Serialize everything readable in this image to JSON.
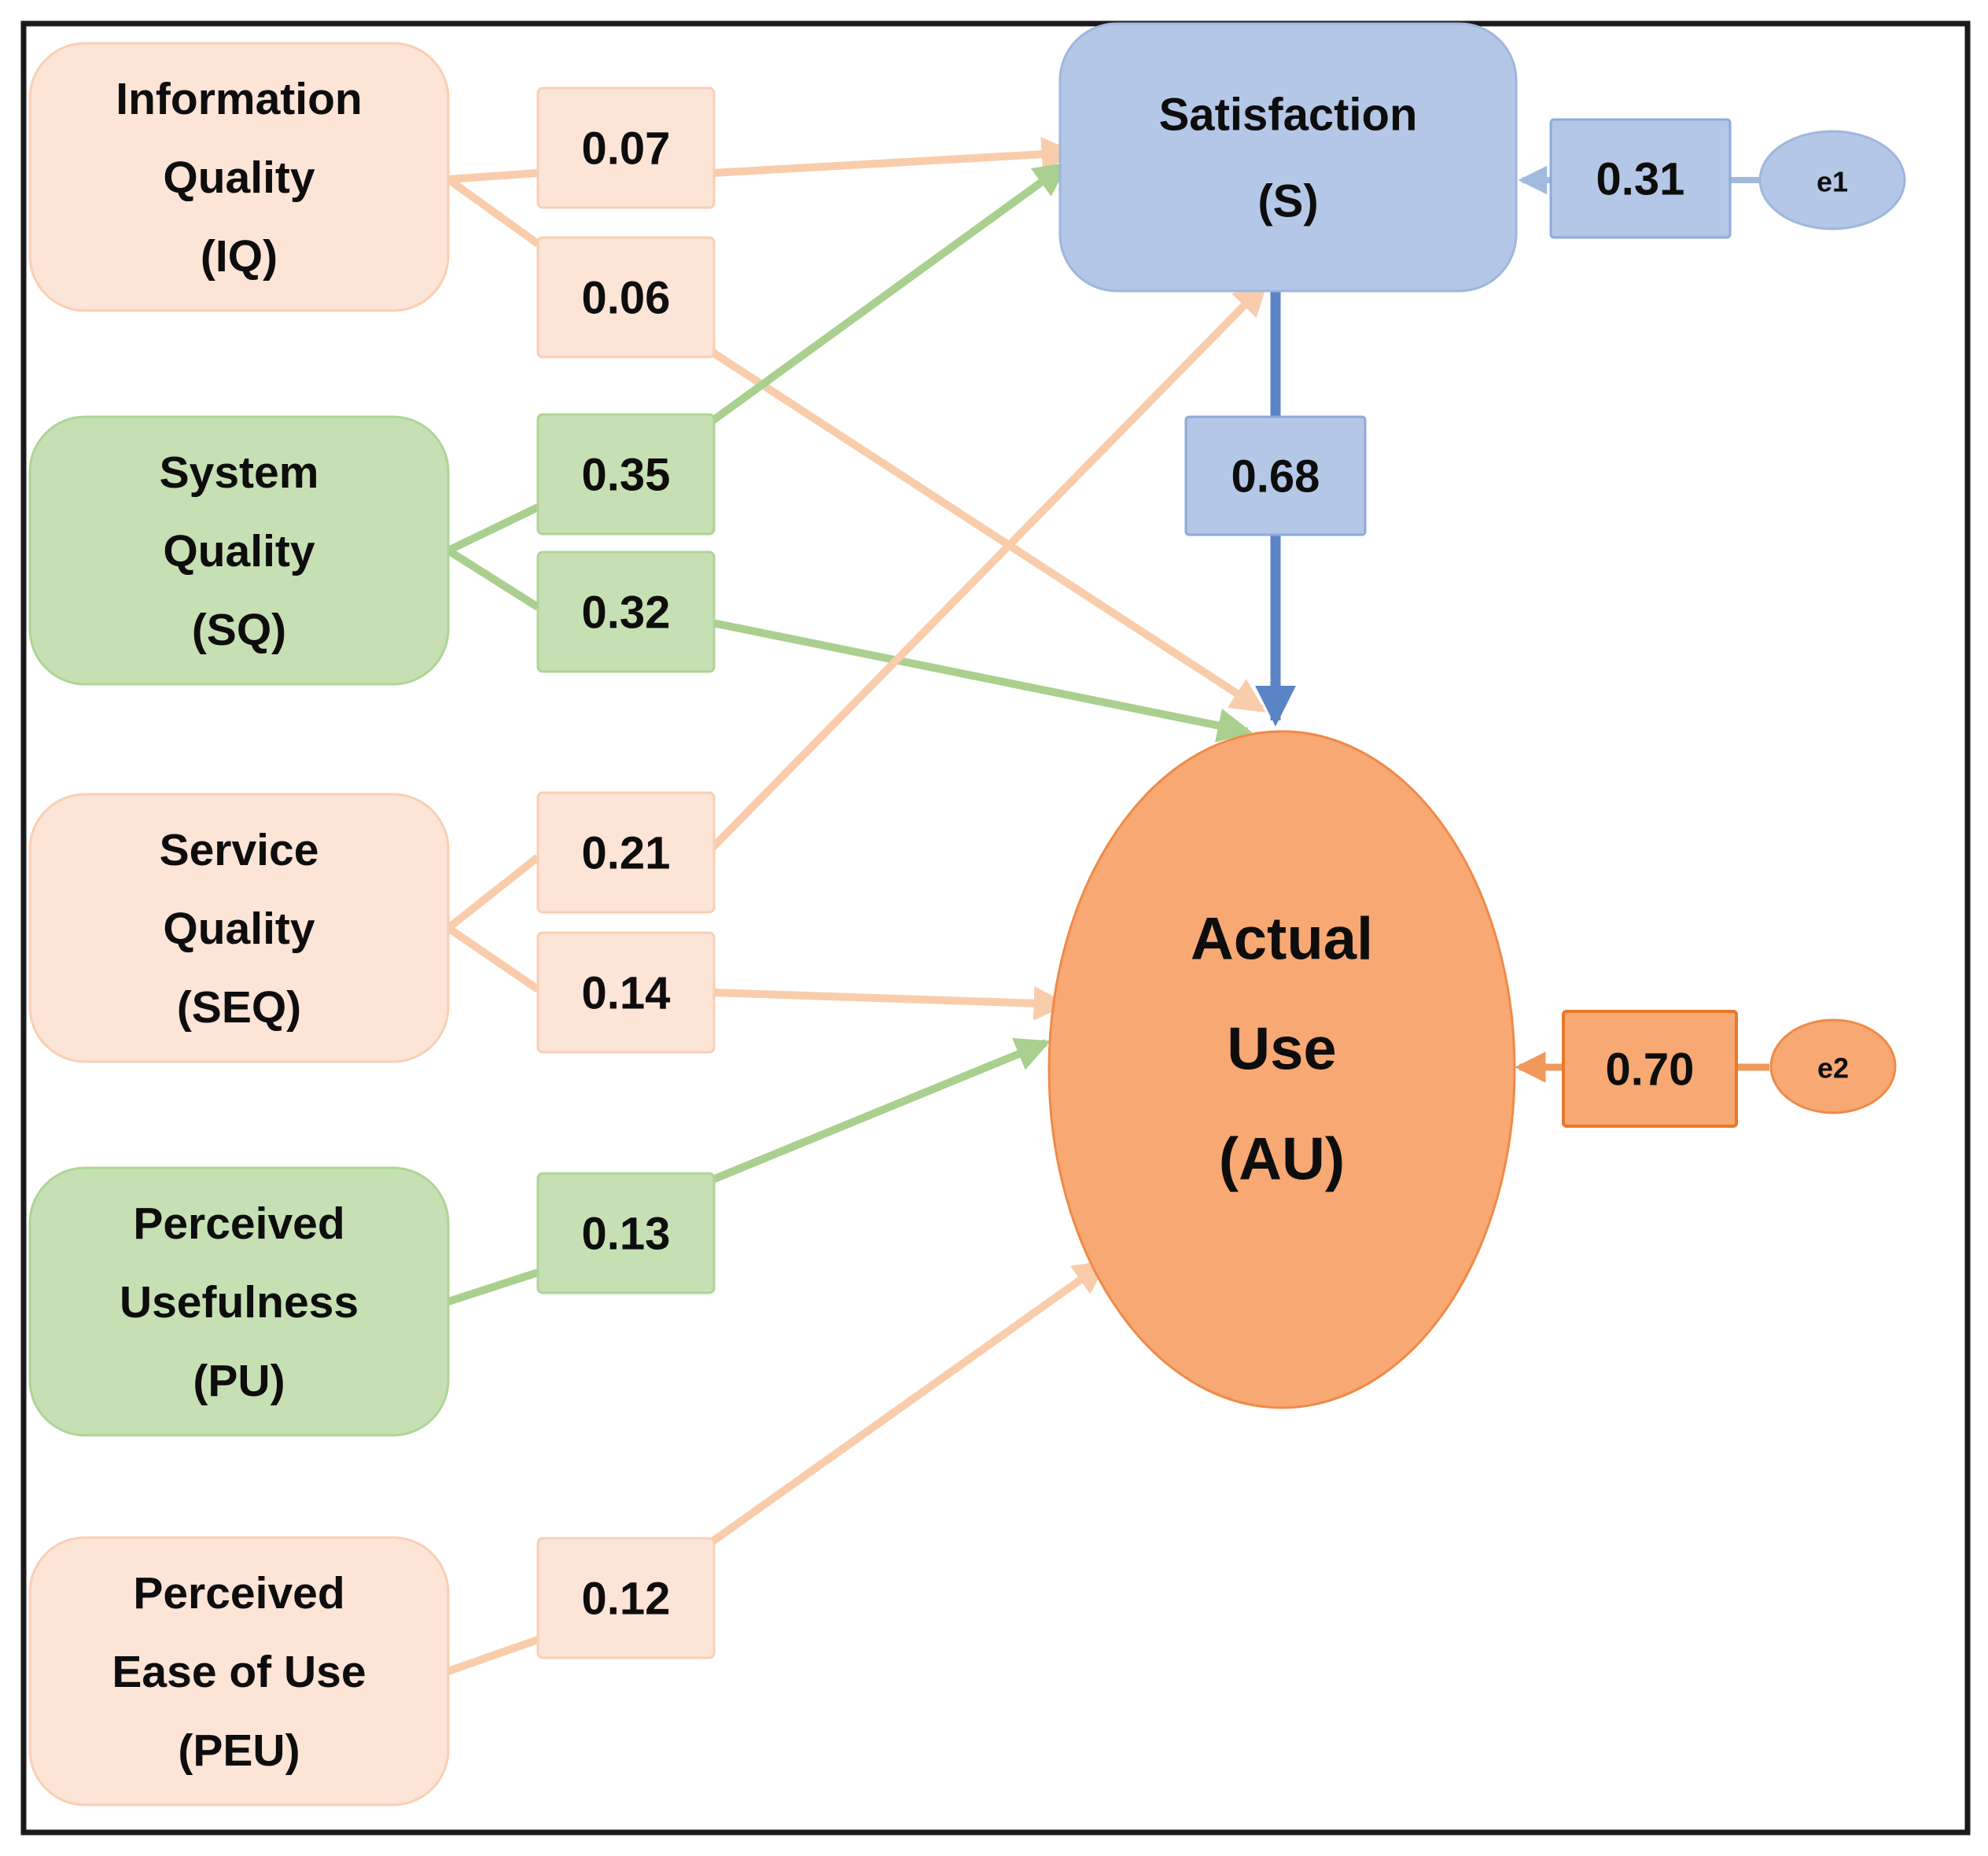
{
  "figure": {
    "type": "structural-equation-model-path-diagram",
    "background": "#ffffff",
    "border_color": "#1a1a1a"
  },
  "nodes": {
    "iq": {
      "id": "IQ",
      "lines": [
        "Information",
        "Quality",
        "(IQ)"
      ],
      "fill": "#FCE4D6"
    },
    "sq": {
      "id": "SQ",
      "lines": [
        "System",
        "Quality",
        "(SQ)"
      ],
      "fill": "#C6E0B4"
    },
    "seq": {
      "id": "SEQ",
      "lines": [
        "Service",
        "Quality",
        "(SEQ)"
      ],
      "fill": "#FCE4D6"
    },
    "pu": {
      "id": "PU",
      "lines": [
        "Perceived",
        "Usefulness",
        "(PU)"
      ],
      "fill": "#C6E0B4"
    },
    "peu": {
      "id": "PEU",
      "lines": [
        "Perceived",
        "Ease of Use",
        "(PEU)"
      ],
      "fill": "#FCE4D6"
    },
    "satisfaction": {
      "id": "S",
      "lines": [
        "Satisfaction",
        "(S)"
      ],
      "fill": "#B4C7E7"
    },
    "au": {
      "id": "AU",
      "lines": [
        "Actual",
        "Use",
        "(AU)"
      ],
      "fill": "#F7A873"
    },
    "e1": {
      "label": "e1",
      "fill": "#B4C7E7"
    },
    "e2": {
      "label": "e2",
      "fill": "#F7A873"
    }
  },
  "edges": [
    {
      "from": "IQ",
      "to": "S",
      "value": "0.07",
      "color": "peach"
    },
    {
      "from": "IQ",
      "to": "AU",
      "value": "0.06",
      "color": "peach"
    },
    {
      "from": "SQ",
      "to": "S",
      "value": "0.35",
      "color": "green"
    },
    {
      "from": "SQ",
      "to": "AU",
      "value": "0.32",
      "color": "green"
    },
    {
      "from": "SEQ",
      "to": "S",
      "value": "0.21",
      "color": "peach"
    },
    {
      "from": "SEQ",
      "to": "AU",
      "value": "0.14",
      "color": "peach"
    },
    {
      "from": "PU",
      "to": "AU",
      "value": "0.13",
      "color": "green"
    },
    {
      "from": "PEU",
      "to": "AU",
      "value": "0.12",
      "color": "peach"
    },
    {
      "from": "S",
      "to": "AU",
      "value": "0.68",
      "color": "blue"
    },
    {
      "from": "e1",
      "to": "S",
      "value": "0.31",
      "color": "blue"
    },
    {
      "from": "e2",
      "to": "AU",
      "value": "0.70",
      "color": "orange"
    }
  ],
  "colors": {
    "peach_fill": "#FCE4D6",
    "peach_arrow": "#F9CDAC",
    "green_fill": "#C6E0B4",
    "green_arrow": "#A9D08E",
    "blue_fill": "#B4C7E7",
    "blue_arrow": "#5B84C6",
    "light_blue_arrow": "#A2BAE0",
    "orange_fill": "#F7A873",
    "orange_border": "#E8782A",
    "orange_arrow": "#F1995C",
    "text": "#0d0d0d"
  }
}
